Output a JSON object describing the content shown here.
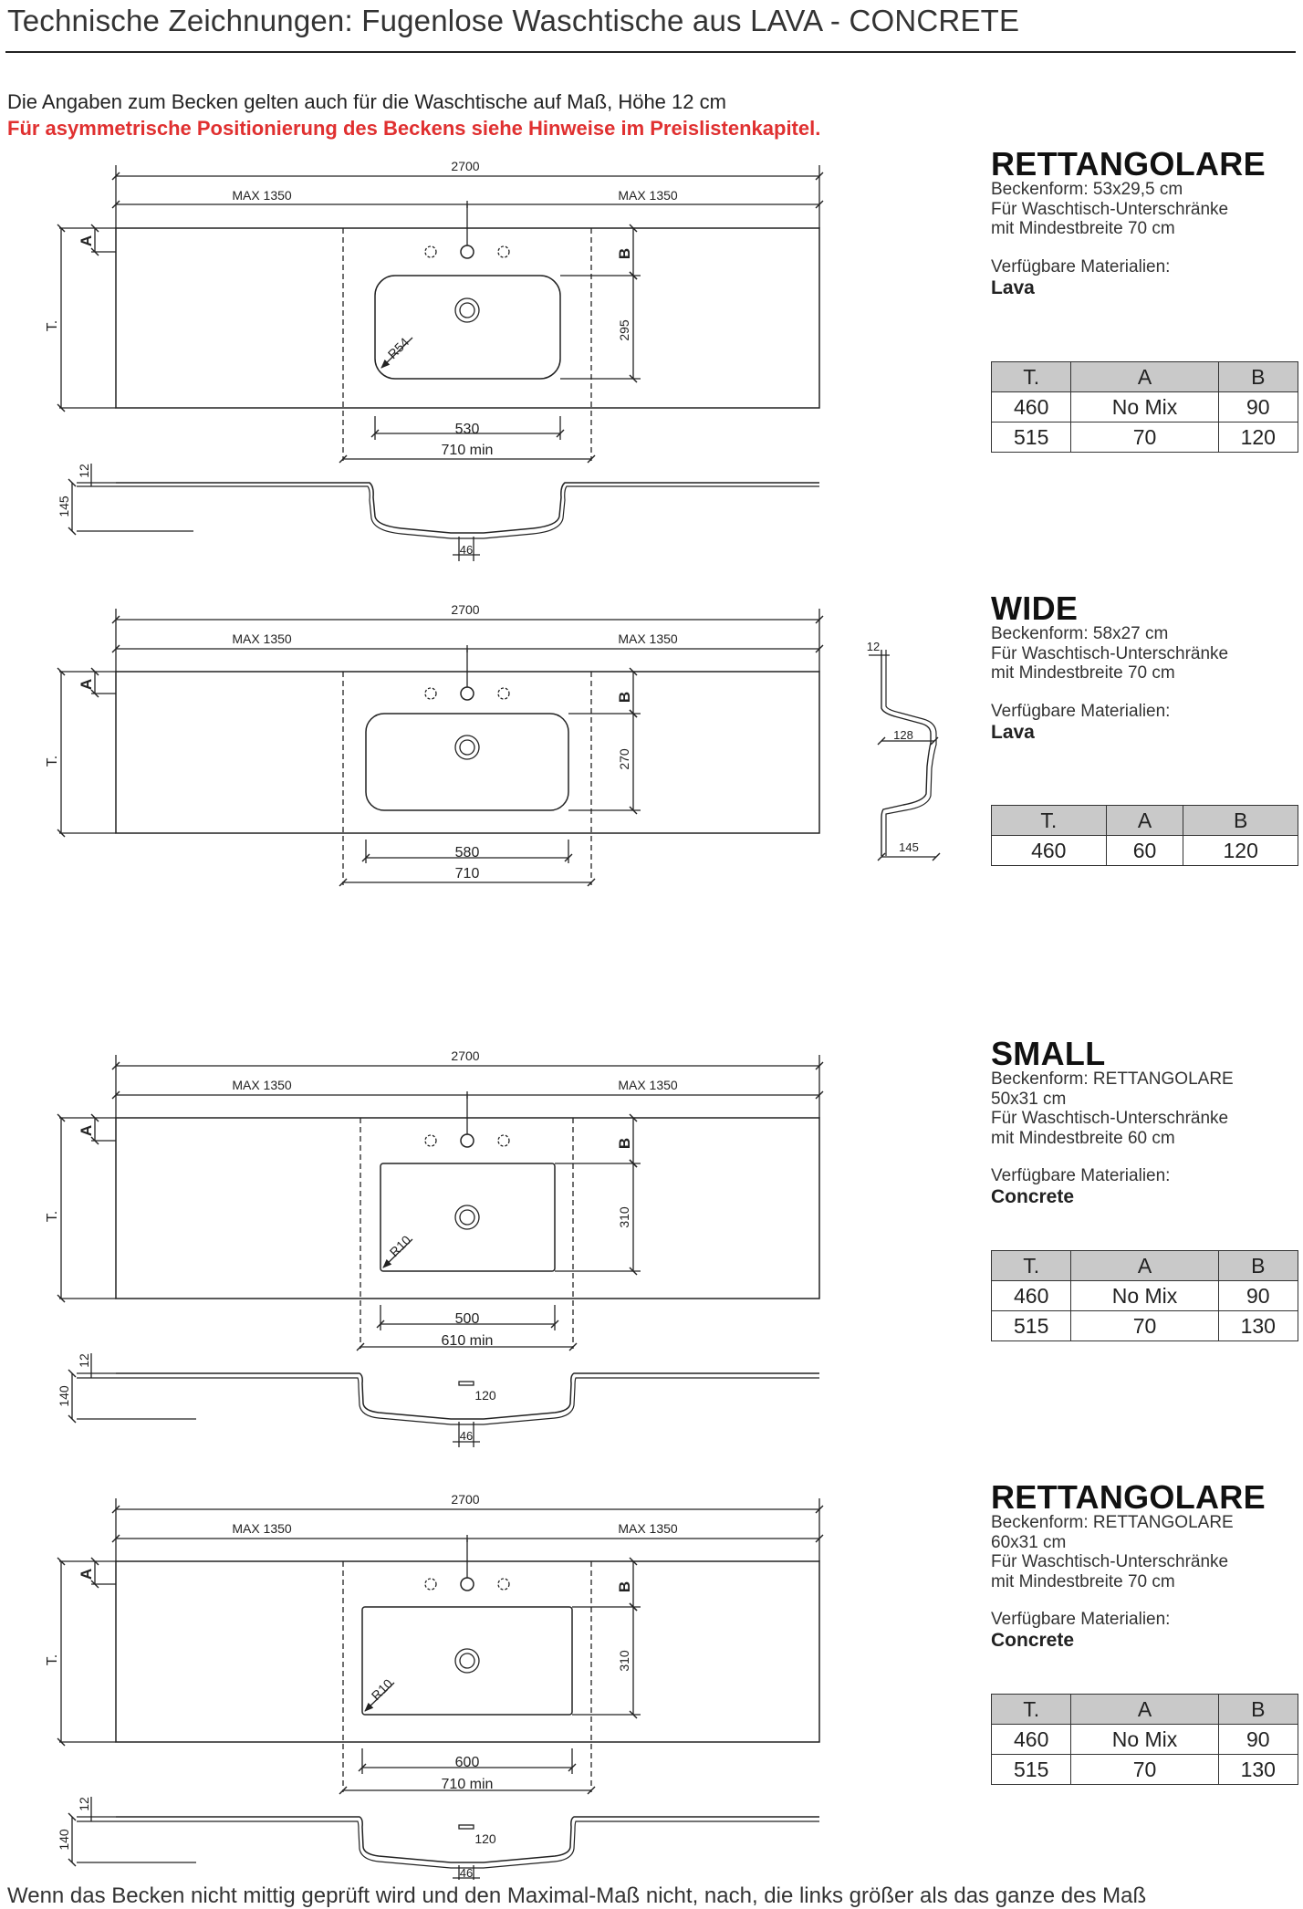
{
  "header": {
    "title": "Technische Zeichnungen: Fugenlose Waschtische aus LAVA - CONCRETE",
    "intro": "Die Angaben zum Becken gelten auch für die Waschtische auf Maß, Höhe 12 cm",
    "warning": "Für asymmetrische Positionierung des Beckens siehe Hinweise im Preislistenkapitel."
  },
  "colors": {
    "warning": "#e03030",
    "table_header": "#c9c9c9",
    "line": "#222222"
  },
  "sections": [
    {
      "name": "RETTANGOLARE",
      "lines": [
        "Beckenform: 53x29,5 cm",
        "Für Waschtisch-Unterschränke",
        "mit Mindestbreite 70 cm"
      ],
      "materials_label": "Verfügbare Materialien:",
      "material": "Lava",
      "table": {
        "headers": [
          "T.",
          "A",
          "B"
        ],
        "rows": [
          [
            "460",
            "No Mix",
            "90"
          ],
          [
            "515",
            "70",
            "120"
          ]
        ]
      },
      "dims": {
        "total": "2700",
        "max_left": "MAX 1350",
        "max_right": "MAX 1350",
        "a": "A",
        "b": "B",
        "t": "T.",
        "depth": "295",
        "radius": "R54",
        "basin": "530",
        "min": "710 min",
        "thick": "12",
        "height": "145",
        "drain": "46"
      }
    },
    {
      "name": "WIDE",
      "lines": [
        "Beckenform: 58x27 cm",
        "Für Waschtisch-Unterschränke",
        "mit Mindestbreite 70 cm"
      ],
      "materials_label": "Verfügbare Materialien:",
      "material": "Lava",
      "table": {
        "headers": [
          "T.",
          "A",
          "B"
        ],
        "rows": [
          [
            "460",
            "60",
            "120"
          ]
        ]
      },
      "dims": {
        "total": "2700",
        "max_left": "MAX 1350",
        "max_right": "MAX 1350",
        "a": "A",
        "b": "B",
        "t": "T.",
        "depth": "270",
        "basin": "580",
        "min": "710",
        "profile_thick": "12",
        "profile_depth": "128",
        "profile_height": "145"
      }
    },
    {
      "name": "SMALL",
      "lines": [
        "Beckenform: RETTANGOLARE",
        "50x31 cm",
        "Für Waschtisch-Unterschränke",
        "mit Mindestbreite 60 cm"
      ],
      "materials_label": "Verfügbare Materialien:",
      "material": "Concrete",
      "table": {
        "headers": [
          "T.",
          "A",
          "B"
        ],
        "rows": [
          [
            "460",
            "No Mix",
            "90"
          ],
          [
            "515",
            "70",
            "130"
          ]
        ]
      },
      "dims": {
        "total": "2700",
        "max_left": "MAX 1350",
        "max_right": "MAX 1350",
        "a": "A",
        "b": "B",
        "t": "T.",
        "depth": "310",
        "radius": "R10",
        "basin": "500",
        "min": "610 min",
        "thick": "12",
        "height": "140",
        "inner": "120",
        "drain": "46"
      }
    },
    {
      "name": "RETTANGOLARE",
      "lines": [
        "Beckenform: RETTANGOLARE",
        "60x31 cm",
        "Für Waschtisch-Unterschränke",
        "mit Mindestbreite 70 cm"
      ],
      "materials_label": "Verfügbare Materialien:",
      "material": "Concrete",
      "table": {
        "headers": [
          "T.",
          "A",
          "B"
        ],
        "rows": [
          [
            "460",
            "No Mix",
            "90"
          ],
          [
            "515",
            "70",
            "130"
          ]
        ]
      },
      "dims": {
        "total": "2700",
        "max_left": "MAX 1350",
        "max_right": "MAX 1350",
        "a": "A",
        "b": "B",
        "t": "T.",
        "depth": "310",
        "radius": "R10",
        "basin": "600",
        "min": "710 min",
        "thick": "12",
        "height": "140",
        "inner": "120",
        "drain": "46"
      }
    }
  ],
  "footer": "Wenn das Becken nicht mittig geprüft wird und den Maximal-Maß nicht, nach, die links größer als das ganze des Maß"
}
